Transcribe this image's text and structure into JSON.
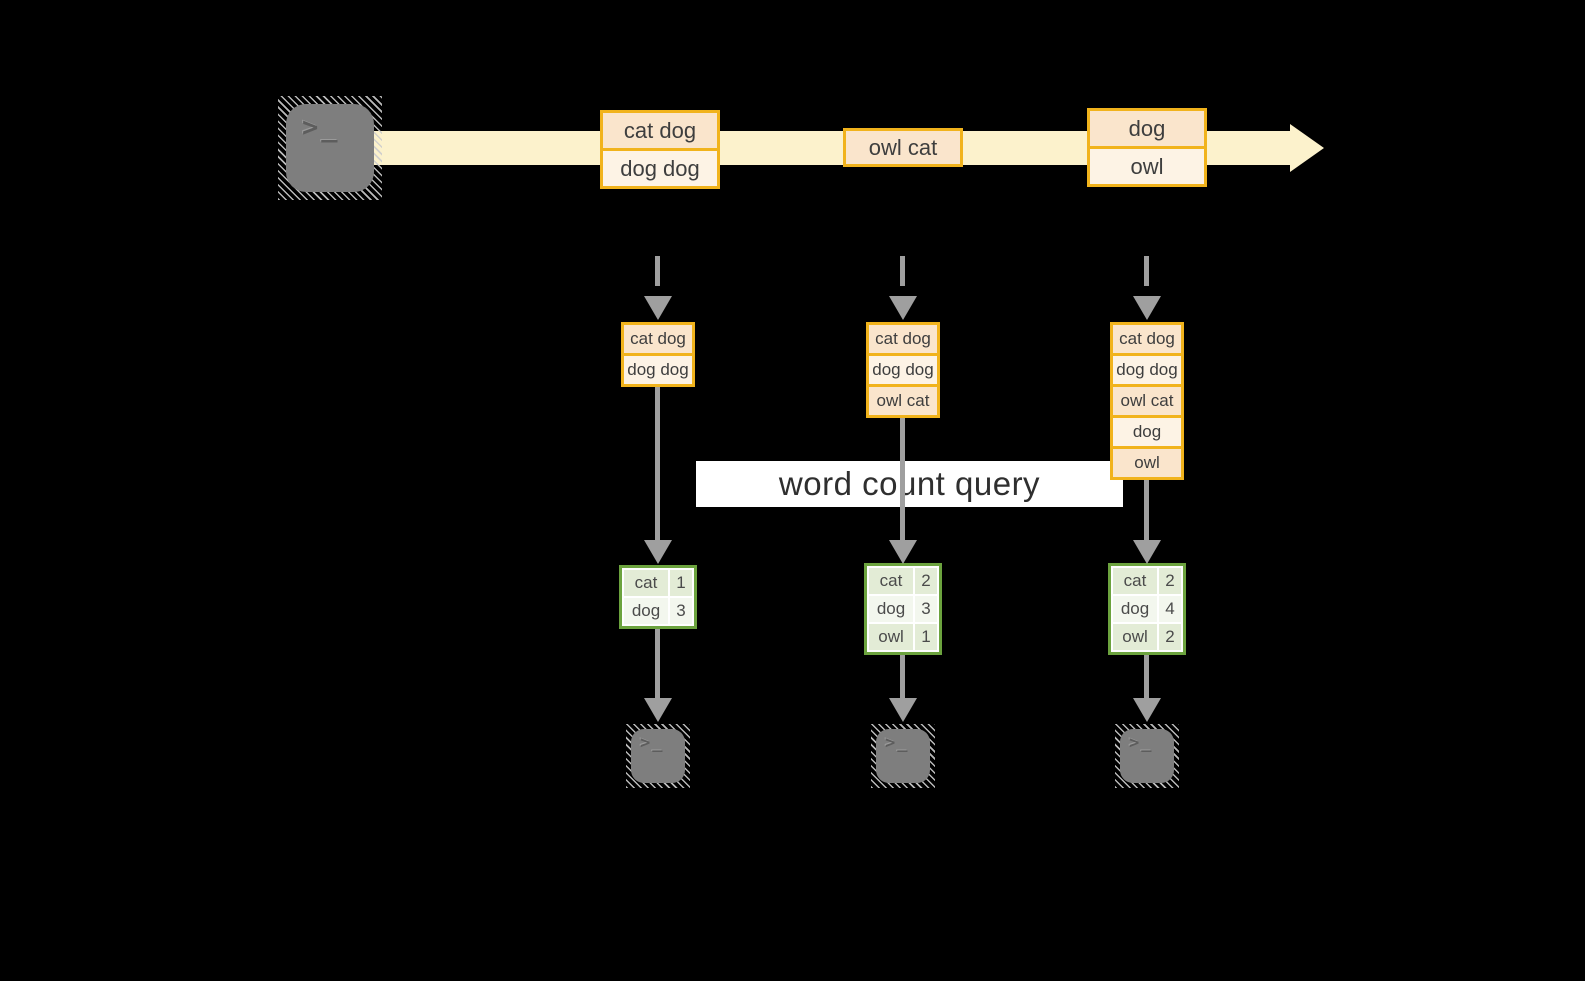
{
  "query_label": "word count query",
  "prompt_glyph": ">_",
  "timeline": {
    "batches": [
      {
        "rows": [
          "cat dog",
          "dog dog"
        ]
      },
      {
        "rows": [
          "owl cat"
        ]
      },
      {
        "rows": [
          "dog",
          "owl"
        ]
      }
    ]
  },
  "columns": [
    {
      "state_rows": [
        "cat dog",
        "dog dog"
      ],
      "counts": [
        {
          "word": "cat",
          "count": "1"
        },
        {
          "word": "dog",
          "count": "3"
        }
      ]
    },
    {
      "state_rows": [
        "cat dog",
        "dog dog",
        "owl cat"
      ],
      "counts": [
        {
          "word": "cat",
          "count": "2"
        },
        {
          "word": "dog",
          "count": "3"
        },
        {
          "word": "owl",
          "count": "1"
        }
      ]
    },
    {
      "state_rows": [
        "cat dog",
        "dog dog",
        "owl cat",
        "dog",
        "owl"
      ],
      "counts": [
        {
          "word": "cat",
          "count": "2"
        },
        {
          "word": "dog",
          "count": "4"
        },
        {
          "word": "owl",
          "count": "2"
        }
      ]
    }
  ],
  "colors": {
    "background": "#000000",
    "timeline_band": "#fcf2cc",
    "box_border": "#f1b31c",
    "box_fill_dark": "#fae5cc",
    "box_fill_light": "#fdf3e5",
    "table_border": "#6ca33e",
    "table_cell_dark": "#e3ecd6",
    "table_cell_light": "#f3f7ee",
    "arrow_gray": "#9f9f9f",
    "text": "#3e3e3e"
  }
}
